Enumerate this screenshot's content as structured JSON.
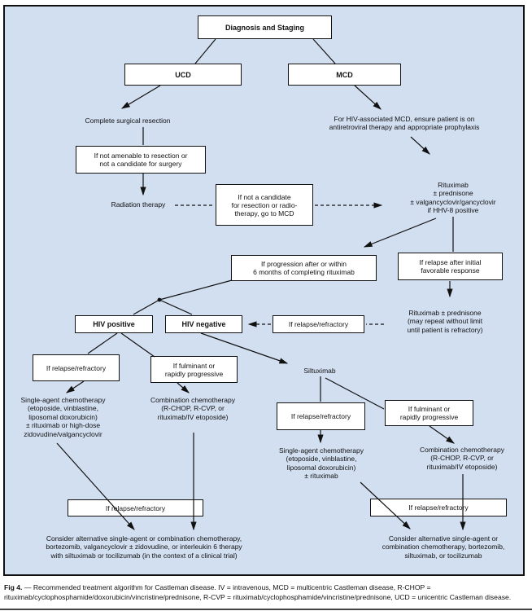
{
  "flowchart": {
    "colors": {
      "background": "#d2dff1",
      "box_bg": "#ffffff",
      "border": "#111111",
      "text": "#111111"
    },
    "nodes": {
      "diagnosis": "Diagnosis and Staging",
      "ucd": "UCD",
      "mcd": "MCD",
      "complete_resection": "Complete surgical resection",
      "not_amenable": "If not amenable to resection or\nnot a candidate for surgery",
      "radiation": "Radiation therapy",
      "not_candidate": "If not a candidate\nfor resection or radio-\ntherapy, go to MCD",
      "hiv_assoc": "For HIV-associated MCD, ensure patient is on\nantiretroviral therapy and appropriate prophylaxis",
      "rituximab_regimen": "Rituximab\n± prednisone\n± valgancyclovir/gancyclovir\nif HHV-8 positive",
      "progression": "If progression after or within\n6 months of completing rituximab",
      "relapse_initial": "If relapse after initial\nfavorable response",
      "rituximab_repeat": "Rituximab ± prednisone\n(may repeat without limit\nuntil patient is refractory)",
      "hiv_positive": "HIV positive",
      "hiv_negative": "HIV negative",
      "relapse_mid": "If relapse/refractory",
      "relapse_left": "If relapse/refractory",
      "fulminant_left": "If fulminant or\nrapidly progressive",
      "single_agent_left": "Single-agent chemotherapy\n(etoposide, vinblastine,\nliposomal doxorubicin)\n± rituximab or high-dose\nzidovudine/valgancyclovir",
      "combination_left": "Combination chemotherapy\n(R-CHOP, R-CVP, or\nrituximab/IV etoposide)",
      "siltuximab": "Siltuximab",
      "relapse_right": "If relapse/refractory",
      "fulminant_right": "If fulminant or\nrapidly progressive",
      "single_agent_right": "Single-agent chemotherapy\n(etoposide, vinblastine,\nliposomal doxorubicin)\n± rituximab",
      "combination_right": "Combination chemotherapy\n(R-CHOP, R-CVP, or\nrituximab/IV etoposide)",
      "relapse_bottom_left": "If relapse/refractory",
      "consider_left": "Consider alternative single-agent or combination chemotherapy,\nbortezomib, valgancyclovir ± zidovudine, or interleukin 6 therapy\nwith siltuximab or tocilizumab (in the context of a clinical trial)",
      "relapse_bottom_right": "If relapse/refractory",
      "consider_right": "Consider alternative single-agent or\ncombination chemotherapy, bortezomib,\nsiltuximab, or tocilizumab"
    }
  },
  "caption": {
    "prefix": "Fig 4.",
    "text": " — Recommended treatment algorithm for Castleman disease. IV = intravenous, MCD = multicentric Castleman disease, R-CHOP = rituximab/cyclophosphamide/doxorubicin/vincristine/prednisone, R-CVP = rituximab/cyclophosphamide/vincristine/prednisone, UCD = unicentric Castleman disease."
  }
}
